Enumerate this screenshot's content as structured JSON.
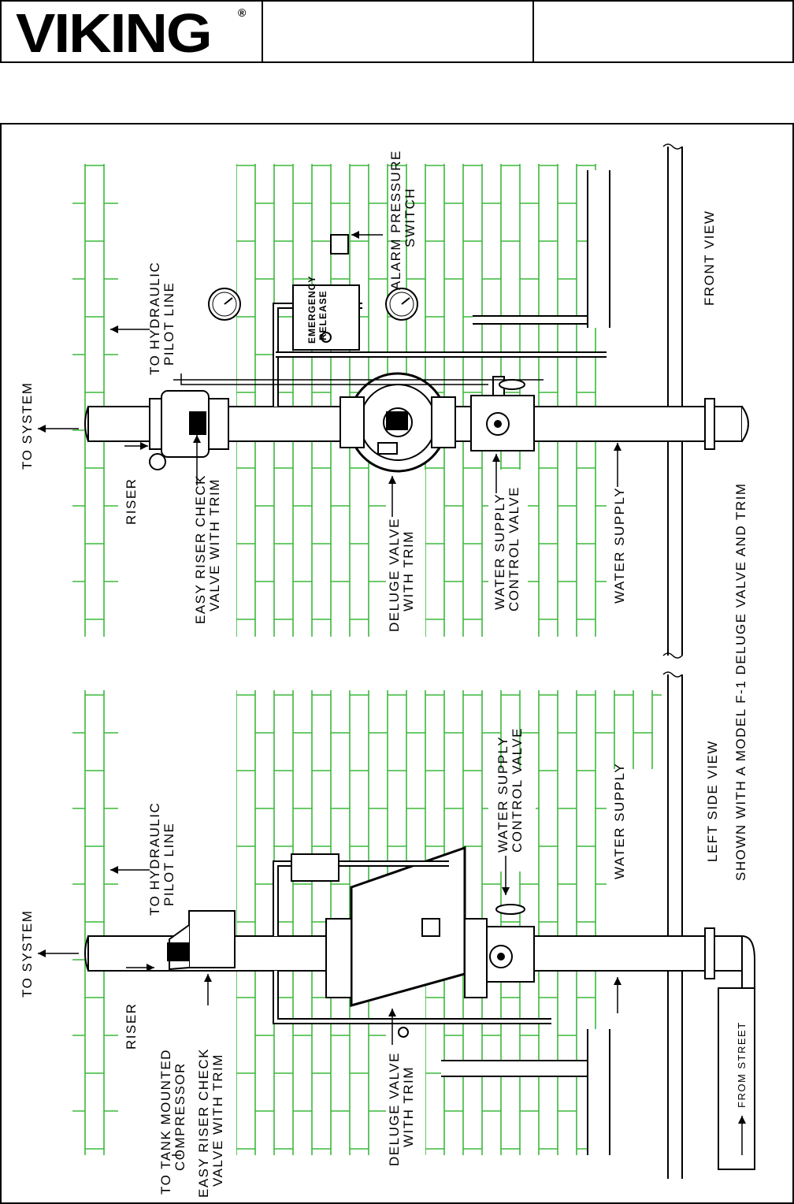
{
  "header": {
    "logo_text": "VIKING",
    "logo_registered": "®"
  },
  "front_view": {
    "title": "FRONT VIEW",
    "labels": {
      "to_system": "TO SYSTEM",
      "to_hydraulic_1": "TO HYDRAULIC",
      "to_hydraulic_2": "PILOT LINE",
      "riser": "RISER",
      "easy_riser_1": "EASY RISER CHECK",
      "easy_riser_2": "VALVE WITH TRIM",
      "deluge_1": "DELUGE VALVE",
      "deluge_2": "WITH TRIM",
      "wscv_1": "WATER SUPPLY",
      "wscv_2": "CONTROL VALVE",
      "water_supply": "WATER SUPPLY",
      "alarm_1": "ALARM PRESSURE",
      "alarm_2": "SWITCH",
      "emergency_1": "EMERGENCY",
      "emergency_2": "RELEASE"
    }
  },
  "left_side_view": {
    "title": "LEFT SIDE VIEW",
    "labels": {
      "to_system": "TO SYSTEM",
      "to_hydraulic_1": "TO HYDRAULIC",
      "to_hydraulic_2": "PILOT LINE",
      "riser": "RISER",
      "to_tank_1": "TO TANK MOUNTED",
      "to_tank_2": "COMPRESSOR",
      "easy_riser_1": "EASY RISER CHECK",
      "easy_riser_2": "VALVE WITH TRIM",
      "deluge_1": "DELUGE VALVE",
      "deluge_2": "WITH TRIM",
      "wscv_1": "WATER SUPPLY",
      "wscv_2": "CONTROL VALVE",
      "water_supply": "WATER SUPPLY",
      "from_street": "FROM STREET"
    }
  },
  "caption": "SHOWN WITH A MODEL F-1 DELUGE VALVE AND TRIM",
  "colors": {
    "brick_lines": "#3cb83c",
    "ink": "#000000"
  }
}
